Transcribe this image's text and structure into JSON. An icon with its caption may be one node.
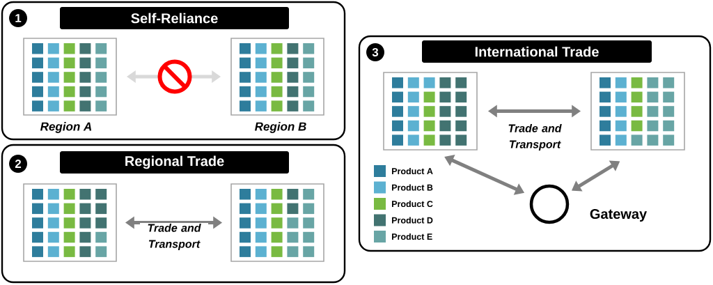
{
  "diagram": {
    "nodes": [
      {
        "text": [],
        "shape": "box"
      },
      {
        "text": [
          "1"
        ],
        "in": 0
      },
      {
        "text": [
          "Self-Reliance"
        ],
        "in": 0
      },
      {
        "text": [],
        "shape": "box",
        "in": 0,
        "beside": [
          "Region A"
        ]
      },
      {
        "text": [],
        "shape": "box",
        "in": 0,
        "beside": [
          "Region B"
        ]
      },
      {
        "text": [],
        "shape": "box"
      },
      {
        "text": [
          "2"
        ],
        "in": 5
      },
      {
        "text": [
          "Regional Trade"
        ],
        "in": 5
      },
      {
        "text": [],
        "shape": "box",
        "in": 5
      },
      {
        "text": [],
        "shape": "box",
        "in": 5
      },
      {
        "text": [],
        "shape": "box"
      },
      {
        "text": [
          "3"
        ],
        "in": 10
      },
      {
        "text": [
          "International Trade"
        ],
        "in": 10
      },
      {
        "text": [],
        "shape": "box",
        "in": 10
      },
      {
        "text": [],
        "shape": "box",
        "in": 10
      },
      {
        "text": [],
        "shape": "circle",
        "in": 10,
        "beside": [
          "Gateway"
        ]
      }
    ],
    "edges": [
      {
        "from": 3,
        "to": 4,
        "arrow": "both",
        "color": "#d9d9d9"
      },
      {
        "from": 8,
        "to": 9,
        "arrow": "both",
        "label": "Trade and Transport"
      },
      {
        "from": 13,
        "to": 14,
        "arrow": "both",
        "label": "Trade and Transport"
      },
      {
        "from": 13,
        "to": 15,
        "arrow": "both"
      },
      {
        "from": 15,
        "to": 14,
        "arrow": "both"
      }
    ],
    "legend": [
      {
        "text": "Product A",
        "color": "#2e7d9c"
      },
      {
        "text": "Product B",
        "color": "#5cb1d1"
      },
      {
        "text": "Product C",
        "color": "#79ba42"
      },
      {
        "text": "Product D",
        "color": "#427371"
      },
      {
        "text": "Product E",
        "color": "#68a5a5"
      }
    ]
  }
}
